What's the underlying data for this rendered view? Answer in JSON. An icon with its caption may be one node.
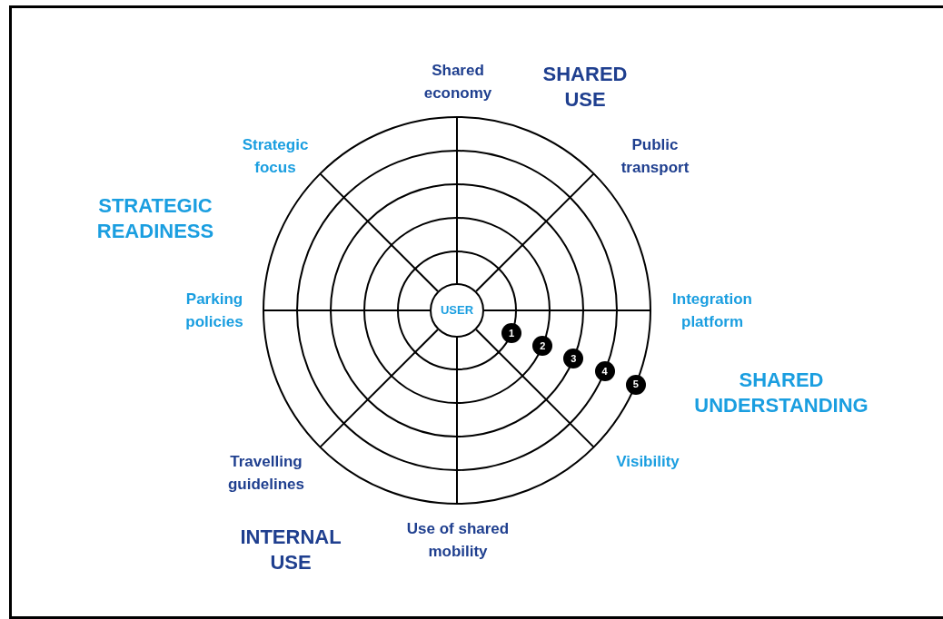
{
  "diagram": {
    "nodes": [
      {
        "text": [
          "USER"
        ]
      },
      {
        "text": [
          "1"
        ]
      },
      {
        "text": [
          "2"
        ]
      },
      {
        "text": [
          "3"
        ]
      },
      {
        "text": [
          "4"
        ]
      },
      {
        "text": [
          "5"
        ]
      }
    ],
    "labels": [
      "Shared economy",
      "SHARED USE",
      "Strategic focus",
      "Public transport",
      "STRATEGIC READINESS",
      "Parking policies",
      "Integration platform",
      "SHARED UNDERSTANDING",
      "Travelling guidelines",
      "Visibility",
      "INTERNAL USE",
      "Use of shared mobility"
    ]
  }
}
